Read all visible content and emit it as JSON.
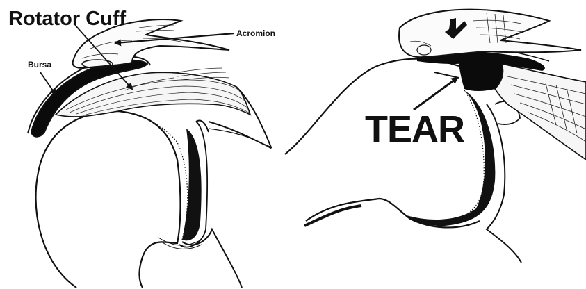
{
  "labels": {
    "rotator_cuff": "Rotator Cuff",
    "acromion": "Acromion",
    "bursa": "Bursa",
    "tear": "TEAR"
  },
  "colors": {
    "ink": "#111111",
    "background": "#ffffff",
    "bursa_fill": "#0b0b0b"
  },
  "panels": [
    {
      "name": "normal-shoulder",
      "structures": [
        "acromion",
        "bursa",
        "rotator-cuff",
        "humeral-head",
        "glenoid",
        "joint-capsule"
      ]
    },
    {
      "name": "torn-shoulder",
      "structures": [
        "acromion",
        "bursa",
        "rotator-cuff",
        "humeral-head",
        "glenoid",
        "tear"
      ]
    }
  ],
  "icons": [
    "arrow-icon"
  ]
}
